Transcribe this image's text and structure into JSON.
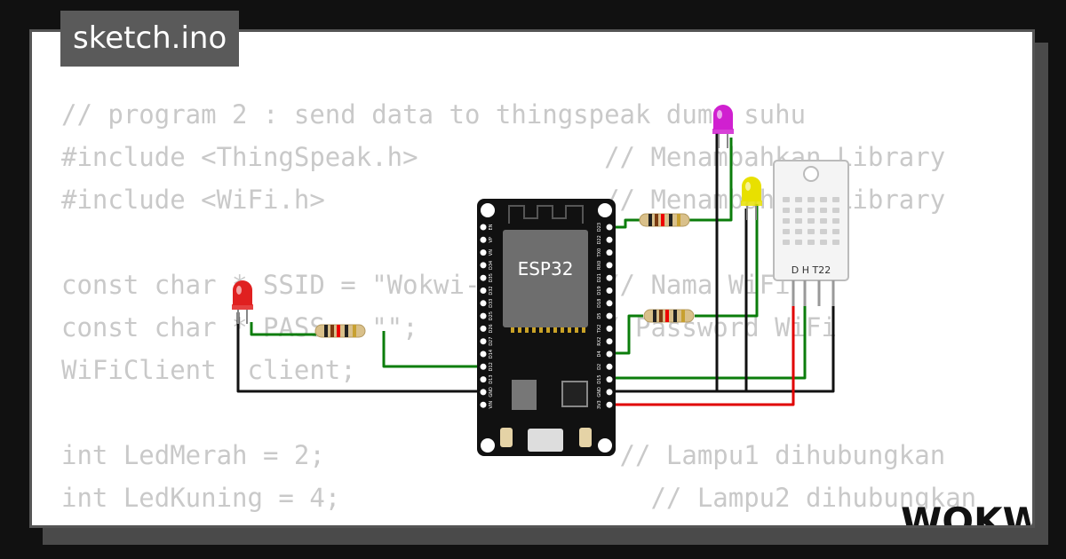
{
  "file_tab": {
    "label": "sketch.ino"
  },
  "code_lines": [
    "// program 2 : send data to thingspeak dumy suhu",
    "#include <ThingSpeak.h>            // Menambahkan Library",
    "#include <WiFi.h>                  // Menambahkan Library",
    "",
    "const char * SSID = \"Wokwi-GUEST\"; // Nama WiFi",
    "const char * PASS = \"\";           // Password WiFi",
    "WiFiClient  client;",
    "",
    "int LedMerah = 2;                   // Lampu1 dihubungkan",
    "int LedKuning = 4;                    // Lampu2 dihubungkan"
  ],
  "board": {
    "label": "ESP32",
    "left_pins": [
      "EN",
      "VP",
      "VN",
      "D34",
      "D35",
      "D32",
      "D33",
      "D25",
      "D26",
      "D27",
      "D14",
      "D12",
      "D13",
      "GND",
      "VIN"
    ],
    "right_pins": [
      "D23",
      "D22",
      "TX0",
      "RX0",
      "D21",
      "D19",
      "D18",
      "D5",
      "TX2",
      "RX2",
      "D4",
      "D2",
      "D15",
      "GND",
      "3V3"
    ]
  },
  "sensor": {
    "label": "D H T22"
  },
  "leds": {
    "red": "#e02020",
    "magenta": "#d020d0",
    "yellow": "#e8e000"
  },
  "wire_colors": {
    "signal": "#0b7d0b",
    "ground": "#111111",
    "power": "#e00000"
  },
  "logo": {
    "text": "WOKWi"
  }
}
